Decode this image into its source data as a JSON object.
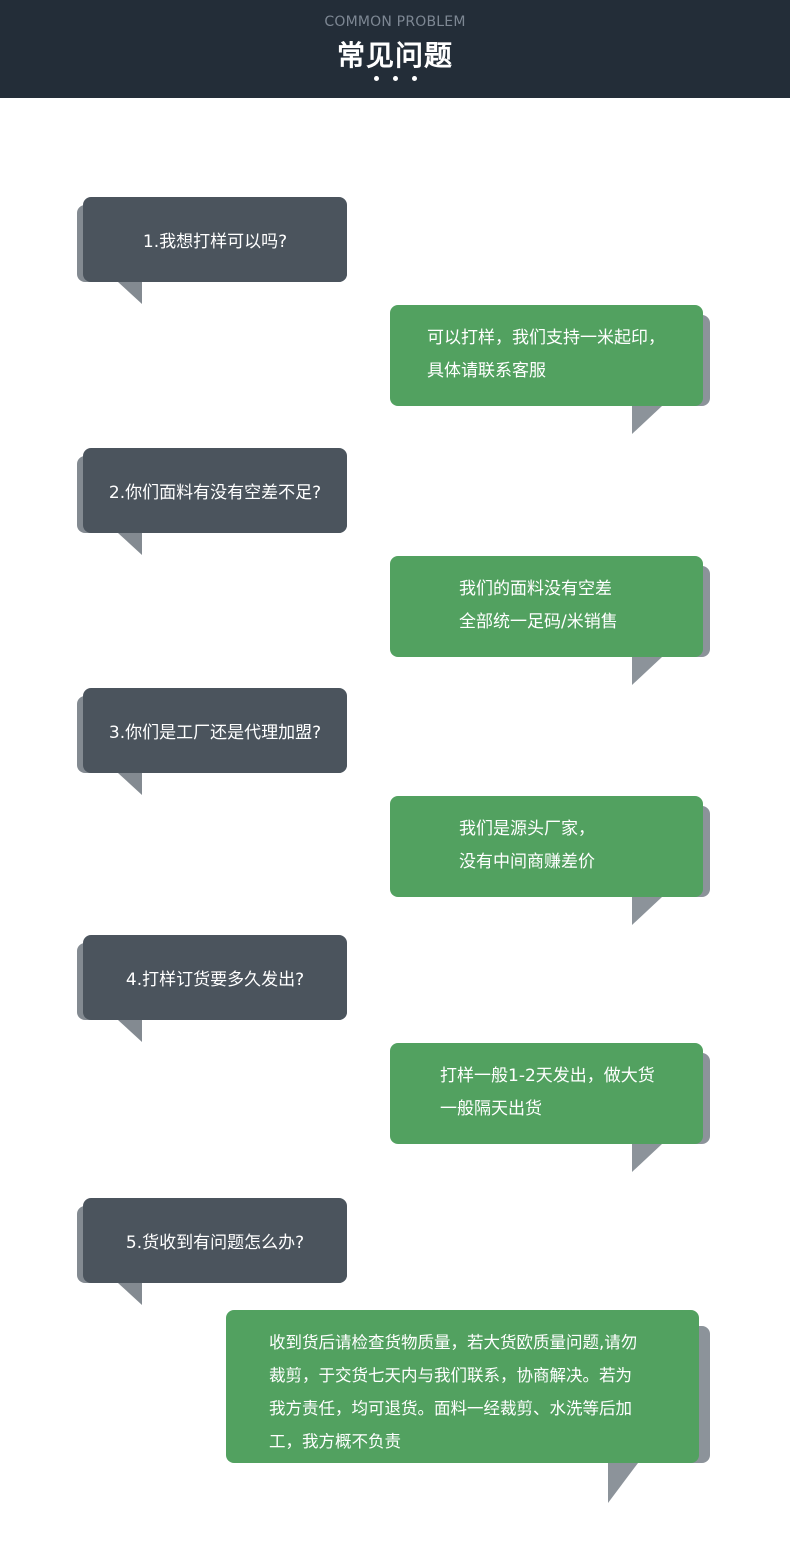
{
  "header": {
    "subtitle": "COMMON PROBLEM",
    "title": "常见问题"
  },
  "faq": [
    {
      "question": "1.我想打样可以吗?",
      "answer_lines": [
        "可以打样，我们支持一米起印，",
        "具体请联系客服"
      ]
    },
    {
      "question": "2.你们面料有没有空差不足?",
      "answer_lines": [
        "我们的面料没有空差",
        "全部统一足码/米销售"
      ]
    },
    {
      "question": "3.你们是工厂还是代理加盟?",
      "answer_lines": [
        "我们是源头厂家，",
        "没有中间商赚差价"
      ]
    },
    {
      "question": "4.打样订货要多久发出?",
      "answer_lines": [
        "打样一般1-2天发出，做大货",
        "一般隔天出货"
      ]
    },
    {
      "question": "5.货收到有问题怎么办?",
      "answer_lines": [
        "收到货后请检查货物质量，若大货欧质量问题,请勿",
        "裁剪，于交货七天内与我们联系，协商解决。若为",
        "我方责任，均可退货。面料一经裁剪、水洗等后加",
        "工，我方概不负责"
      ]
    }
  ],
  "colors": {
    "header_bg": "#232d38",
    "question_bg": "#4b545d",
    "answer_bg": "#52a160",
    "shadow": "#8c939a"
  }
}
